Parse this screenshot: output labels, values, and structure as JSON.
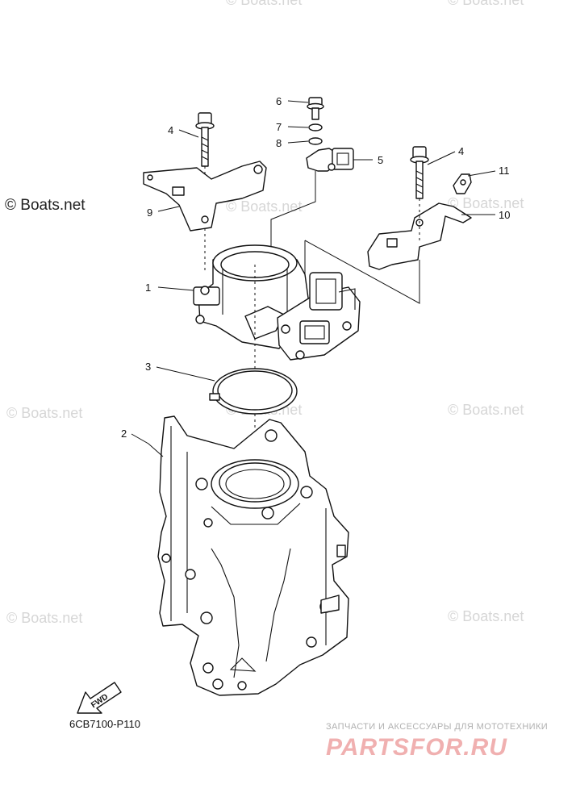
{
  "callouts": {
    "c1": "1",
    "c2": "2",
    "c3": "3",
    "c4a": "4",
    "c4b": "4",
    "c5": "5",
    "c6": "6",
    "c7": "7",
    "c8": "8",
    "c9": "9",
    "c10": "10",
    "c11": "11"
  },
  "watermark": {
    "main": "© Boats.net",
    "repeat": "© Boats.net"
  },
  "fwd_label": "FWD",
  "diagram_code": "6CB7100-P110",
  "branding": {
    "tagline": "ЗАПЧАСТИ И АКСЕССУАРЫ ДЛЯ МОТОТЕХНИКИ",
    "logo_text": "PARTSFOR.RU"
  },
  "colors": {
    "line": "#111111",
    "watermark": "#d6d6d6",
    "logo": "#f0b0b0"
  }
}
